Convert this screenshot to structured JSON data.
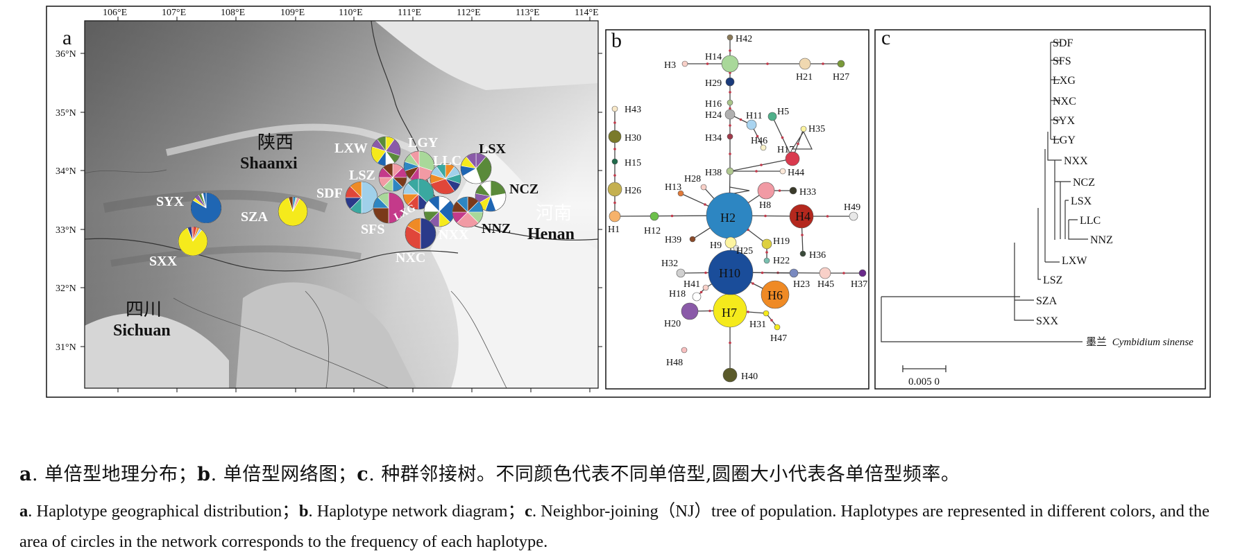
{
  "panel_a": {
    "letter": "a",
    "lon_ticks": [
      "106°E",
      "107°E",
      "108°E",
      "109°E",
      "110°E",
      "111°E",
      "112°E",
      "113°E",
      "114°E"
    ],
    "lat_ticks": [
      "36°N",
      "35°N",
      "34°N",
      "33°N",
      "32°N",
      "31°N"
    ],
    "provinces": [
      {
        "zh": "陕西",
        "en": "Shaanxi"
      },
      {
        "zh": "河南",
        "en": "Henan"
      },
      {
        "zh": "四川",
        "en": "Sichuan"
      }
    ],
    "populations": [
      "SYX",
      "SZA",
      "SXX",
      "LXW",
      "LGY",
      "LLC",
      "LSX",
      "LSZ",
      "SDF",
      "NCZ",
      "SFS",
      "LXG",
      "NXX",
      "NNZ",
      "NXC"
    ]
  },
  "panel_b": {
    "letter": "b",
    "haplotypes": [
      "H1",
      "H2",
      "H3",
      "H4",
      "H5",
      "H6",
      "H7",
      "H8",
      "H9",
      "H10",
      "H11",
      "H12",
      "H13",
      "H14",
      "H15",
      "H16",
      "H17",
      "H18",
      "H19",
      "H20",
      "H21",
      "H22",
      "H23",
      "H24",
      "H25",
      "H26",
      "H27",
      "H28",
      "H29",
      "H30",
      "H31",
      "H32",
      "H33",
      "H34",
      "H35",
      "H36",
      "H37",
      "H38",
      "H39",
      "H40",
      "H41",
      "H42",
      "H43",
      "H44",
      "H45",
      "H46",
      "H47",
      "H48",
      "H49"
    ]
  },
  "panel_c": {
    "letter": "c",
    "tips": [
      "SDF",
      "SFS",
      "LXG",
      "NXC",
      "SYX",
      "LGY",
      "NXX",
      "NCZ",
      "LSX",
      "LLC",
      "NNZ",
      "LXW",
      "LSZ",
      "SZA",
      "SXX"
    ],
    "outgroup_zh": "墨兰",
    "outgroup_latin": "Cymbidium sinense",
    "scale_label": "0.005 0"
  },
  "caption": {
    "zh": {
      "a_label": "a",
      "a_text": ". 单倍型地理分布；",
      "b_label": "b",
      "b_text": ". 单倍型网络图；",
      "c_label": "c",
      "c_text": ". 种群邻接树。不同颜色代表不同单倍型,圆圈大小代表各单倍型频率。"
    },
    "en": {
      "a_label": "a",
      "a_text": ". Haplotype geographical distribution；",
      "b_label": "b",
      "b_text": ". Haplotype network diagram；",
      "c_label": "c",
      "c_text": ". Neighbor-joining（NJ）tree of population. Haplotypes are represented in different colors, and the area of circles in the network corresponds to the frequency of each haplotype."
    }
  },
  "colors": {
    "H2": "#2d86c2",
    "H10": "#1a4d9a",
    "H7": "#f5ea1c",
    "H4": "#b4281e",
    "H6": "#ef8a25",
    "H14": "#a9d89a",
    "H8": "#f19aa4",
    "H17": "#d93a4e",
    "H20": "#8a5aa8",
    "H40": "#5a5a2a"
  }
}
